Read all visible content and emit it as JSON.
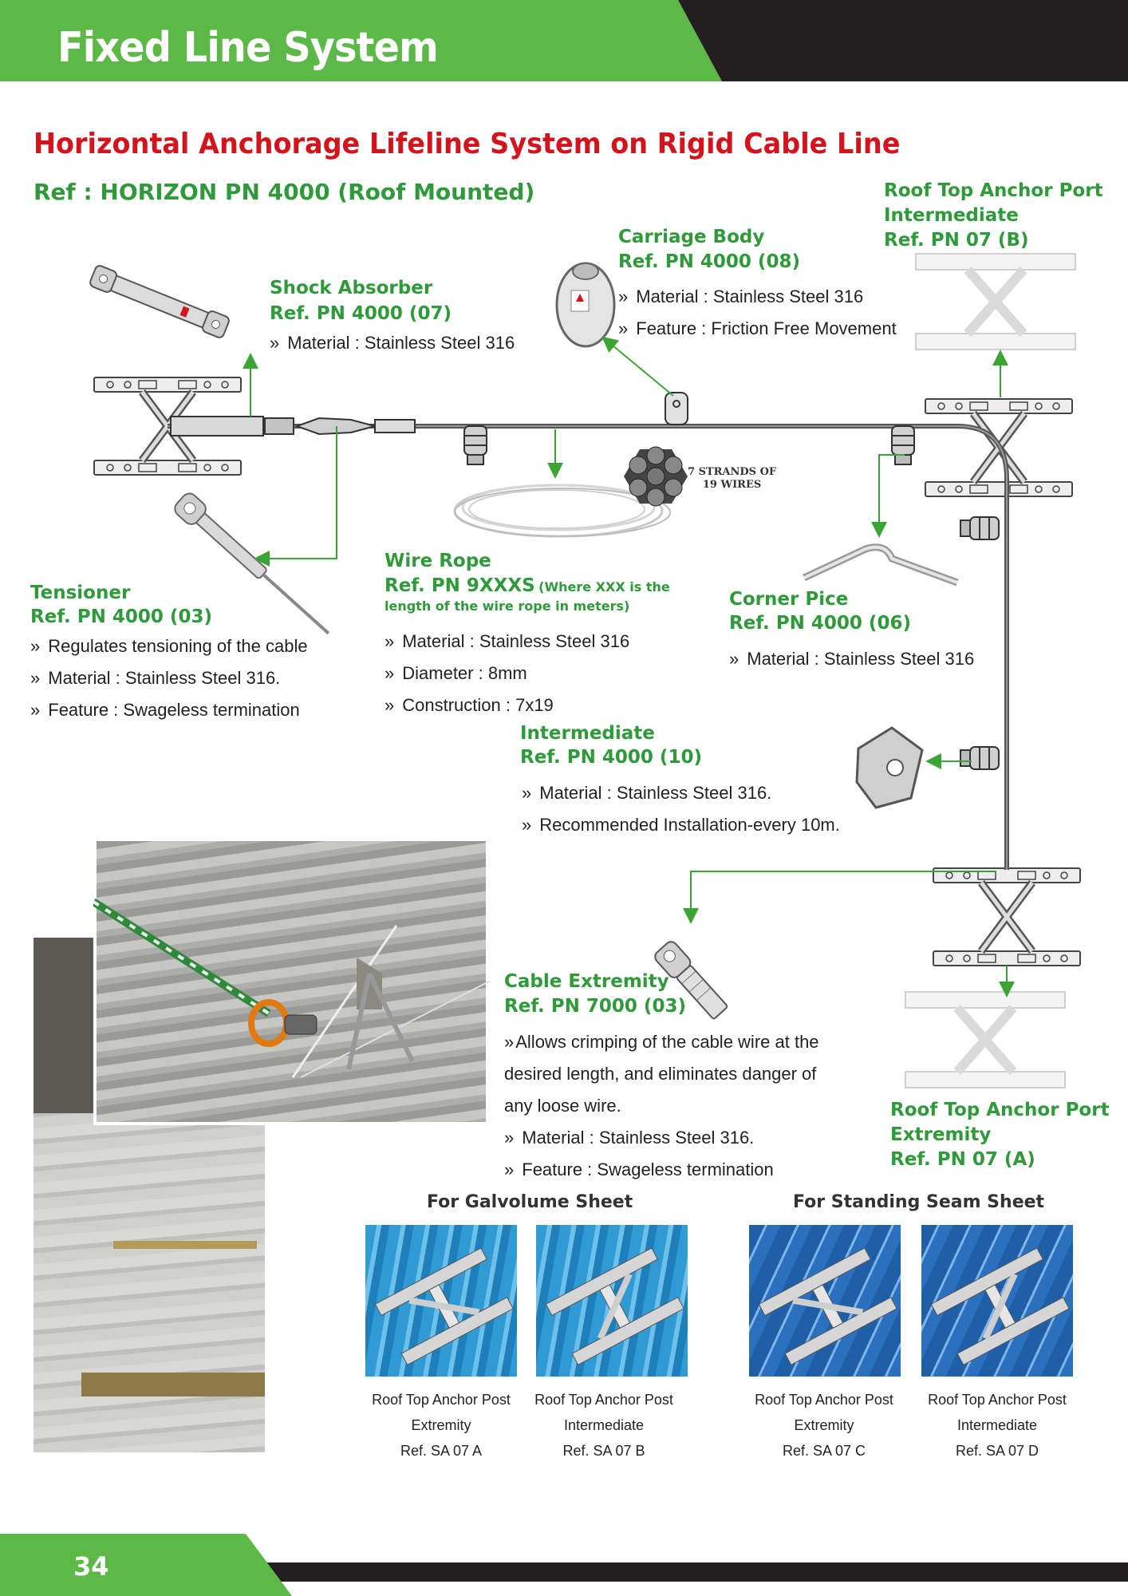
{
  "header": {
    "title": "Fixed Line System"
  },
  "main_title": "Horizontal Anchorage Lifeline System on Rigid Cable Line",
  "ref_title": "Ref : HORIZON PN 4000 (Roof Mounted)",
  "components": {
    "shock_absorber": {
      "name": "Shock Absorber",
      "ref": "Ref. PN 4000 (07)",
      "bullets": [
        "Material : Stainless Steel 316"
      ]
    },
    "carriage_body": {
      "name": "Carriage Body",
      "ref": "Ref. PN 4000 (08)",
      "bullets": [
        "Material : Stainless Steel 316",
        "Feature : Friction Free Movement"
      ]
    },
    "anchor_intermediate": {
      "name_line1": "Roof Top Anchor Port",
      "name_line2": "Intermediate",
      "ref": "Ref. PN 07 (B)"
    },
    "tensioner": {
      "name": "Tensioner",
      "ref": "Ref. PN 4000 (03)",
      "bullets": [
        "Regulates tensioning of the cable",
        "Material : Stainless Steel 316.",
        "Feature : Swageless termination"
      ]
    },
    "wire_rope": {
      "name": "Wire Rope",
      "ref": "Ref. PN 9XXXS",
      "ref_note": "(Where XXX is the",
      "ref_note2": "length of the wire rope in meters)",
      "bullets": [
        "Material : Stainless Steel 316",
        "Diameter : 8mm",
        "Construction : 7x19"
      ],
      "strands_line1": "7 STRANDS OF",
      "strands_line2": "19 WIRES"
    },
    "corner_piece": {
      "name": "Corner Pice",
      "ref": "Ref. PN 4000 (06)",
      "bullets": [
        "Material : Stainless Steel 316"
      ]
    },
    "intermediate": {
      "name": "Intermediate",
      "ref": "Ref. PN 4000 (10)",
      "bullets": [
        "Material : Stainless Steel 316.",
        "Recommended Installation-every 10m."
      ]
    },
    "cable_extremity": {
      "name": "Cable Extremity",
      "ref": "Ref. PN 7000 (03)",
      "desc_line1": "Allows crimping of the cable wire at the",
      "desc_line2": "desired length, and eliminates danger of",
      "desc_line3": "any loose wire.",
      "bullets": [
        "Material : Stainless Steel 316.",
        "Feature : Swageless termination"
      ]
    },
    "anchor_extremity": {
      "name_line1": "Roof Top Anchor Port",
      "name_line2": "Extremity",
      "ref": "Ref. PN 07 (A)"
    }
  },
  "bullet_char": "»",
  "sheets": {
    "galvolume_heading": "For Galvolume Sheet",
    "standing_seam_heading": "For Standing Seam Sheet",
    "items": [
      {
        "line1": "Roof Top Anchor Post",
        "line2": "Extremity",
        "line3": "Ref. SA 07 A"
      },
      {
        "line1": "Roof Top Anchor Post",
        "line2": "Intermediate",
        "line3": "Ref. SA 07 B"
      },
      {
        "line1": "Roof Top Anchor Post",
        "line2": "Extremity",
        "line3": "Ref. SA 07 C"
      },
      {
        "line1": "Roof Top Anchor Post",
        "line2": "Intermediate",
        "line3": "Ref. SA 07 D"
      }
    ]
  },
  "footer": {
    "page_number": "34"
  },
  "colors": {
    "green": "#5cb847",
    "dark": "#231f20",
    "accent_green_text": "#2e9a3a",
    "red": "#d4141c",
    "galvolume_blue": "#2f9ad3",
    "seam_blue": "#1f5fa8"
  }
}
